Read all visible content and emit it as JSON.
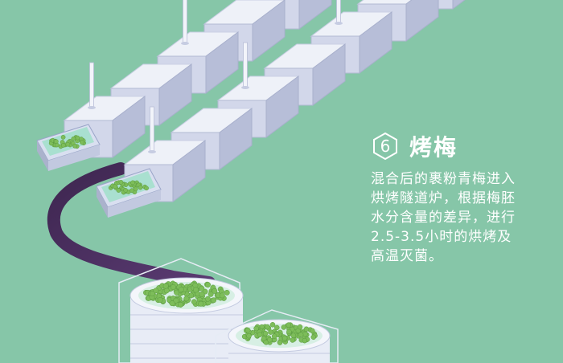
{
  "step": {
    "number": "6",
    "title": "烤梅",
    "description_lines": [
      "混合后的裹粉青梅进入",
      "烘烤隧道炉，根据梅胚",
      "水分含量的差异，进行",
      "2.5-3.5小时的烘烤及",
      "高温灭菌。"
    ]
  },
  "colors": {
    "background": "#86c6a8",
    "oven_top": "#eef1f8",
    "oven_side": "#b7bed8",
    "oven_front": "#d2d7ea",
    "belt": "#4b2d5e",
    "plum": "#7dbd5a",
    "text": "#ffffff"
  }
}
